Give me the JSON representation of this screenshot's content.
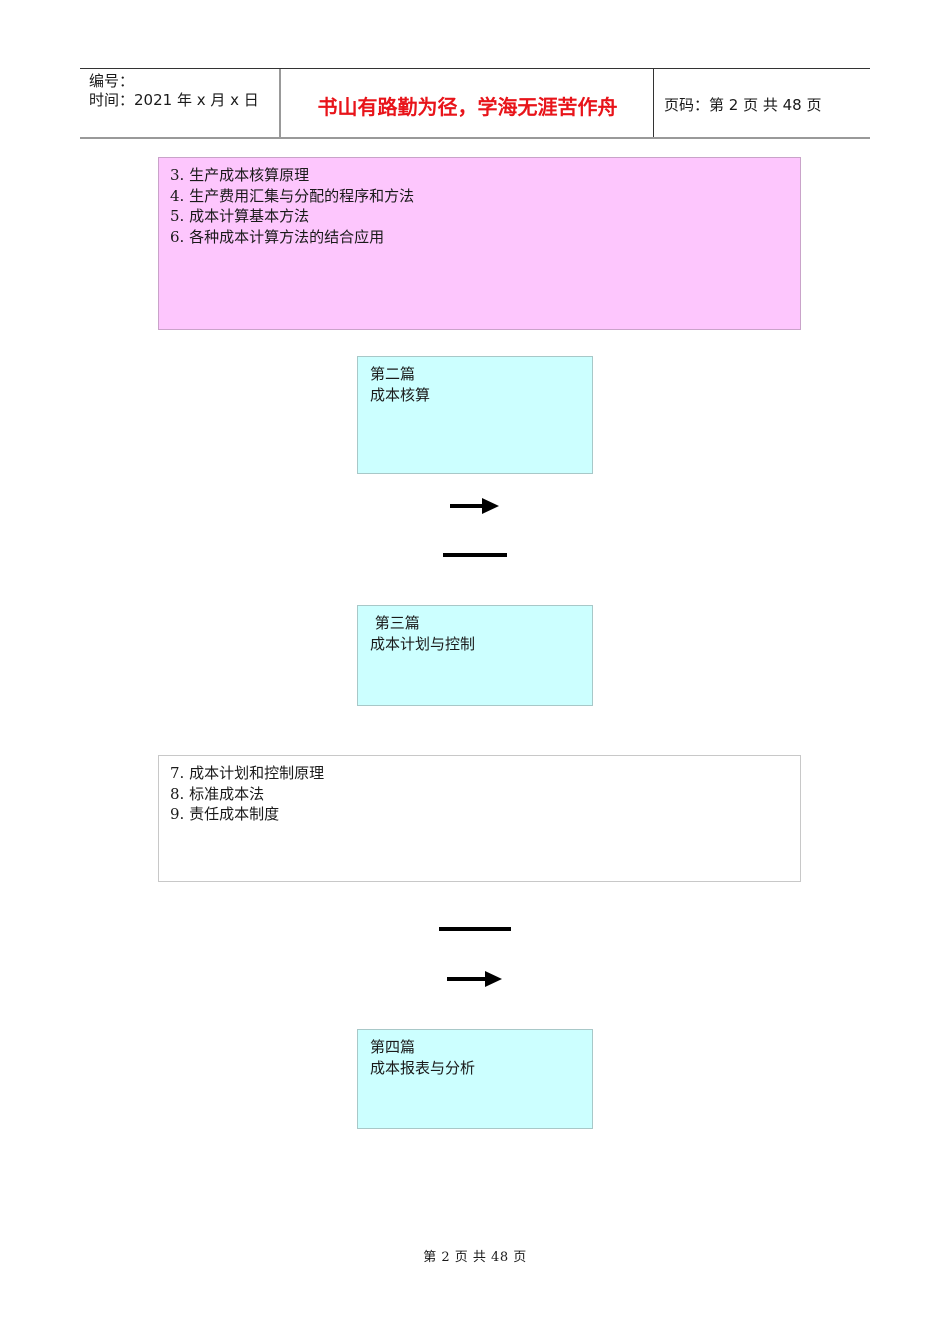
{
  "header": {
    "number_label": "编号：",
    "time_label": "时间：2021 年 x 月 x 日",
    "motto": "书山有路勤为径，学海无涯苦作舟",
    "page_info": "页码：第 2 页  共 48 页"
  },
  "boxes": {
    "part1_items": {
      "items": [
        "3. 生产成本核算原理",
        "4. 生产费用汇集与分配的程序和方法",
        "5. 成本计算基本方法",
        "6. 各种成本计算方法的结合应用"
      ]
    },
    "part2": {
      "title": "第二篇",
      "subtitle": "成本核算"
    },
    "part3": {
      "title": " 第三篇",
      "subtitle": "成本计划与控制"
    },
    "part3_items": {
      "items": [
        "7. 成本计划和控制原理",
        "8. 标准成本法",
        "9. 责任成本制度"
      ]
    },
    "part4": {
      "title": "第四篇",
      "subtitle": "成本报表与分析"
    }
  },
  "colors": {
    "motto": "#e8141a",
    "pink_box": "#fdc6fd",
    "cyan_box": "#ccffff"
  },
  "footer": {
    "page_footer": "第 2 页 共 48 页"
  }
}
